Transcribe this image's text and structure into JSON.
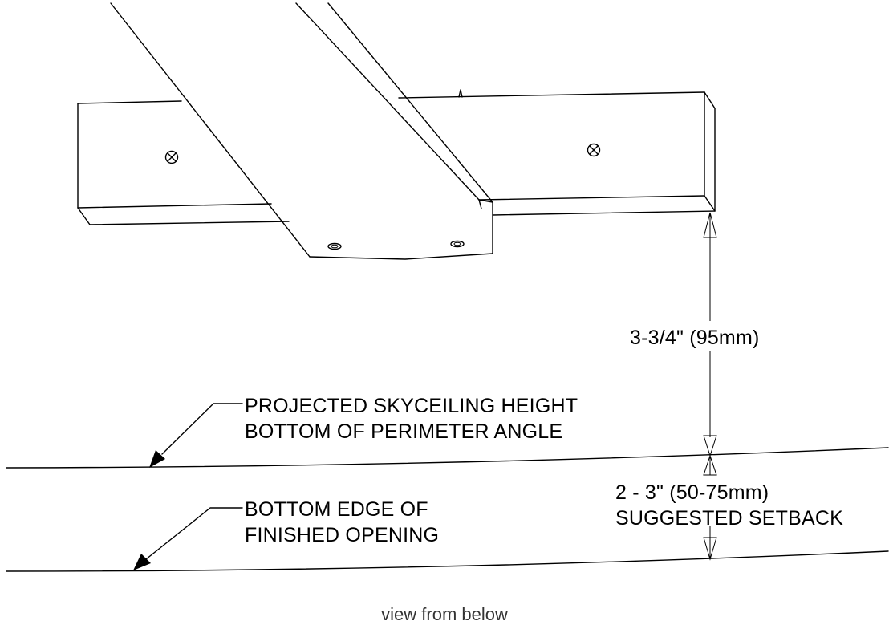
{
  "labels": {
    "dimension_upper": "3-3/4\"  (95mm)",
    "projected_line1": "PROJECTED SKYCEILING HEIGHT",
    "projected_line2": "BOTTOM OF PERIMETER ANGLE",
    "bottom_edge_line1": "BOTTOM EDGE OF",
    "bottom_edge_line2": "FINISHED OPENING",
    "setback_line1": "2 - 3\" (50-75mm)",
    "setback_line2": "SUGGESTED SETBACK"
  },
  "caption": "view from below",
  "colors": {
    "ink": "#000000",
    "caption": "#333333",
    "background": "#ffffff"
  }
}
